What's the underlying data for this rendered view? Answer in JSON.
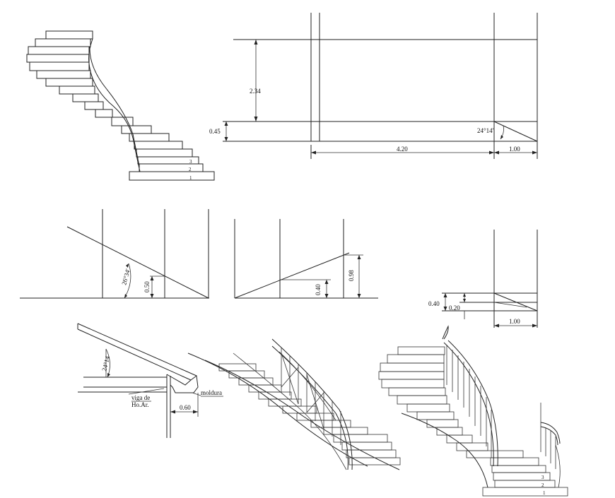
{
  "drawing": {
    "steps_top": [
      "3",
      "2",
      "1"
    ],
    "steps_bottom": [
      "3",
      "2",
      "1"
    ],
    "elevation": {
      "height_upper": "2.34",
      "height_lower": "0.45",
      "angle": "24°14'",
      "length_main": "4.20",
      "length_end": "1.00"
    },
    "detail_left": {
      "angle": "26°34'",
      "height": "0.50"
    },
    "detail_mid": {
      "height_small": "0.40",
      "height_total": "0.98"
    },
    "detail_right": {
      "height_total": "0.40",
      "height_step": "0.20",
      "length": "1.00"
    },
    "section": {
      "angle": "24°14",
      "beam_label_1": "viga de",
      "beam_label_2": "Ho.Ar.",
      "molding_label": "moldura",
      "overhang": "0.60"
    }
  },
  "colors": {
    "line": "#222222",
    "background": "#ffffff"
  }
}
